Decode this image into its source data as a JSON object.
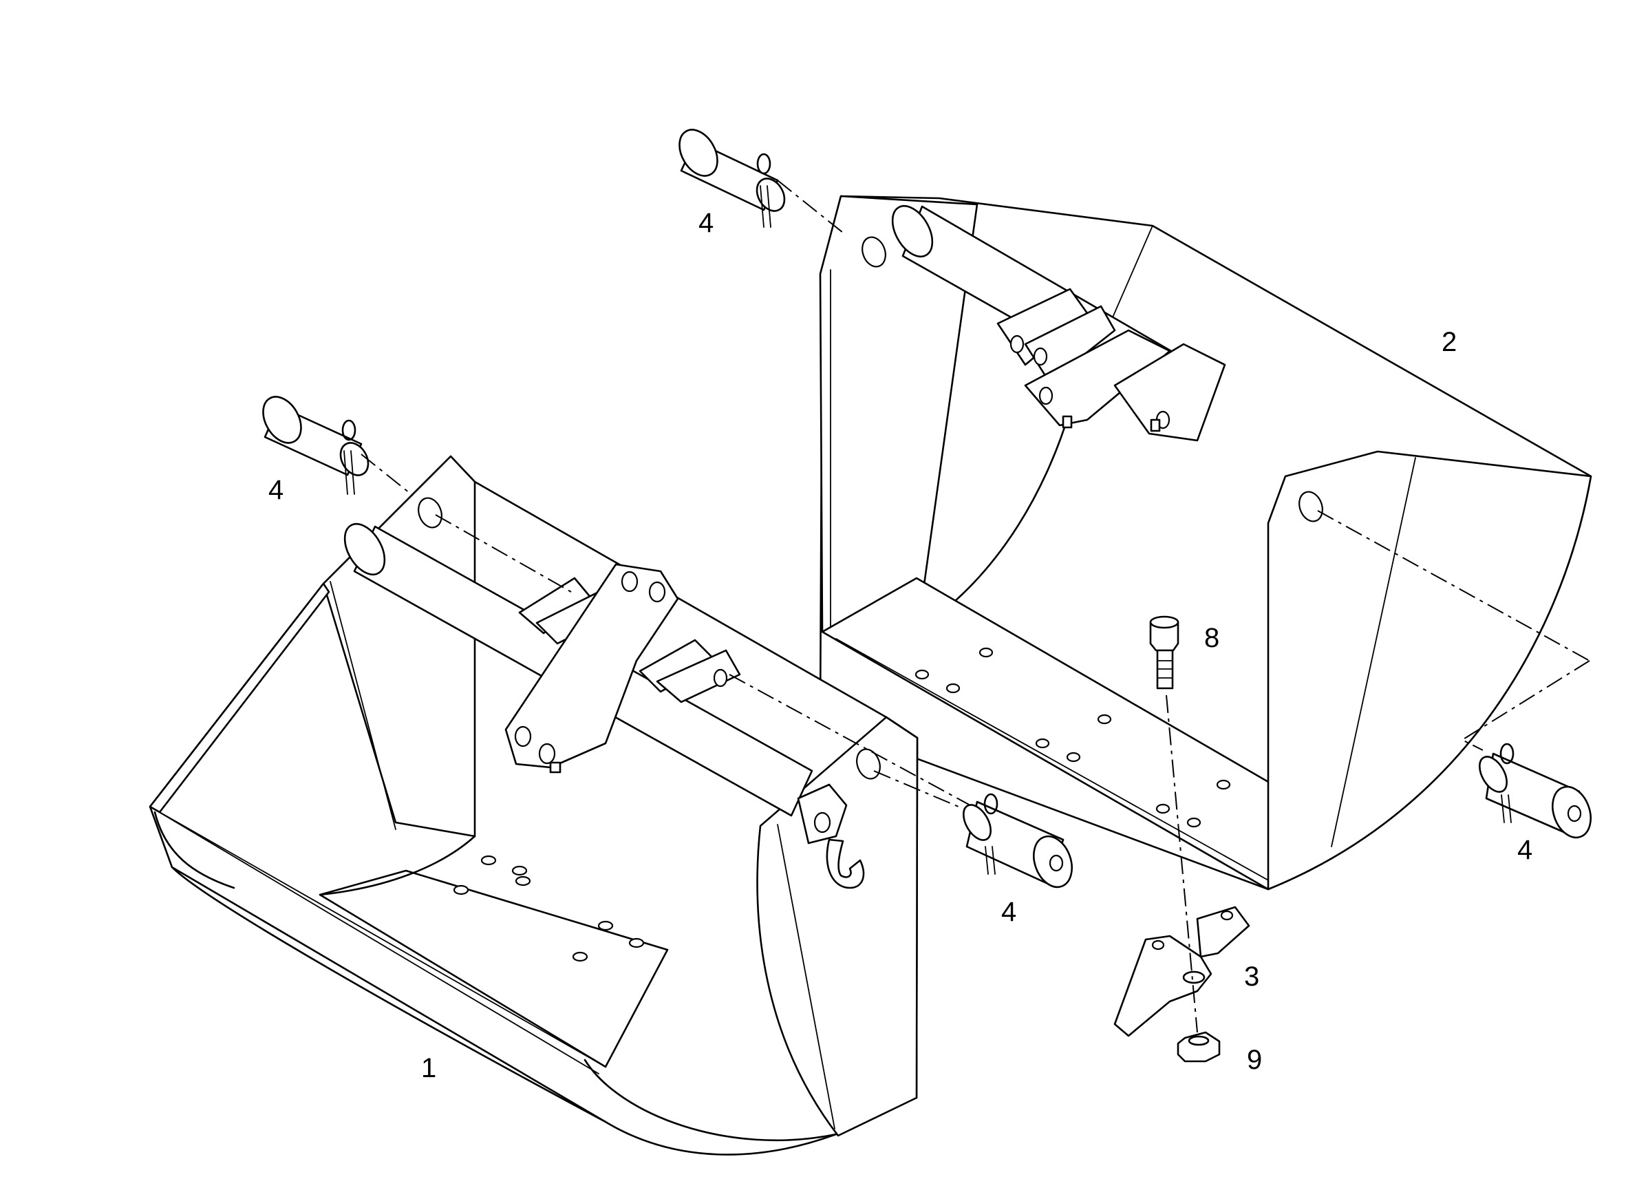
{
  "diagram": {
    "kind": "exploded parts drawing",
    "line_color": "#000000",
    "background_color": "#ffffff"
  },
  "callouts": {
    "bucket_1": "1",
    "bucket_2": "2",
    "tooth": "3",
    "pin_a": "4",
    "pin_b": "4",
    "pin_c": "4",
    "pin_d": "4",
    "bolt": "8",
    "nut": "9"
  }
}
